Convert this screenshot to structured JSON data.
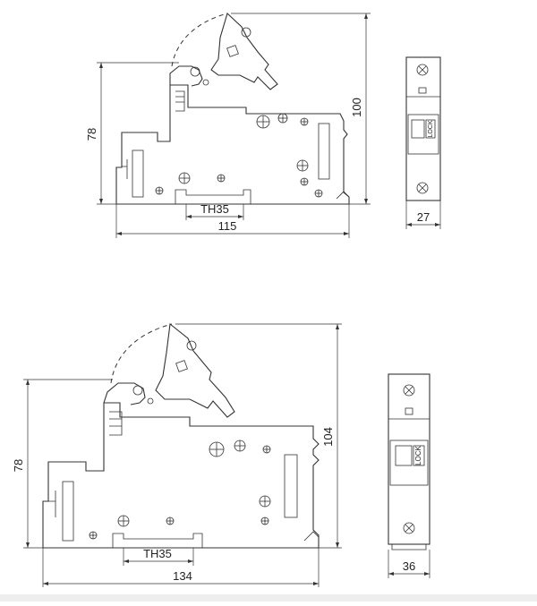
{
  "views": [
    {
      "id": "upper",
      "width_label": "115",
      "height_label": "100",
      "rail_label": "TH35",
      "lever_height_label": "78",
      "front_width_label": "27"
    },
    {
      "id": "lower",
      "width_label": "134",
      "height_label": "104",
      "rail_label": "TH35",
      "lever_height_label": "78",
      "front_width_label": "36"
    }
  ],
  "front_view": {
    "lock_text": "LOCK"
  }
}
